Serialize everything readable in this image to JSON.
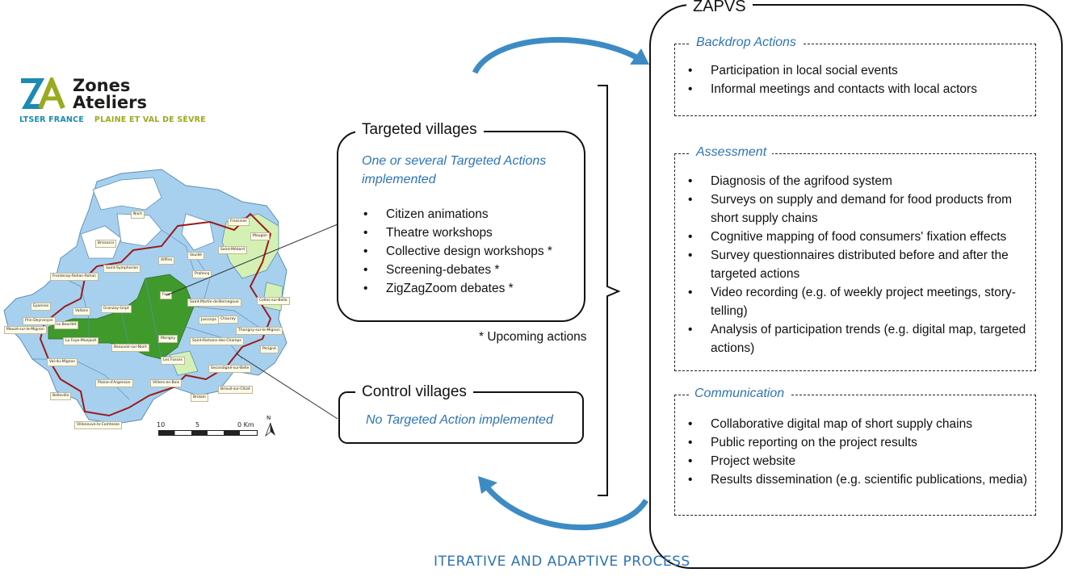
{
  "logo": {
    "title_line1": "Zones",
    "title_line2": "Ateliers",
    "sub_left": "LTSER FRANCE",
    "sub_right": "PLAINE ET VAL DE SÈVRE"
  },
  "map": {
    "labels": [
      {
        "text": "Niort"
      },
      {
        "text": "Brissocoi"
      },
      {
        "text": "Saint-Symphorien"
      },
      {
        "text": "Frontenay-Rohan-Rohan"
      },
      {
        "text": "Epannes"
      },
      {
        "text": "Vallans"
      },
      {
        "text": "Granzay-Gript"
      },
      {
        "text": "Le Bourdet"
      },
      {
        "text": "Prin-Deyrançon"
      },
      {
        "text": "Mauzé-sur-le-Mignon"
      },
      {
        "text": "La Foye-Monjault"
      },
      {
        "text": "Beauvoir-sur-Niort"
      },
      {
        "text": "Val-du-Mignon"
      },
      {
        "text": "Plaine-d'Argenson"
      },
      {
        "text": "Belleville"
      },
      {
        "text": "Villiers-en-Bois"
      },
      {
        "text": "Brûlain"
      },
      {
        "text": "Prahecq"
      },
      {
        "text": "Aiffres"
      },
      {
        "text": "Vouillé"
      },
      {
        "text": "Fors"
      },
      {
        "text": "Saint-Martin-de-Bernegoue"
      },
      {
        "text": "Juscorps"
      },
      {
        "text": "Marigny"
      },
      {
        "text": "Saint-Romans-des-Champs"
      },
      {
        "text": "Les Fosses"
      },
      {
        "text": "Thorigny-sur-le-Mignon"
      },
      {
        "text": "Secondigné-sur-Belle"
      },
      {
        "text": "Brieuil-sur-Chizé"
      },
      {
        "text": "Villeneuve-la-Comtesse"
      },
      {
        "text": "Fressines"
      },
      {
        "text": "Mougon"
      },
      {
        "text": "Celles-sur-Belle"
      },
      {
        "text": "Saint-Médard"
      },
      {
        "text": "Perigné"
      },
      {
        "text": "Chauray"
      }
    ],
    "scale": {
      "t1": "10",
      "t2": "5",
      "t3": "0 Km"
    },
    "north": "N"
  },
  "targeted": {
    "title": "Targeted villages",
    "subtitle": "One or several Targeted Actions implemented",
    "items": [
      "Citizen animations",
      "Theatre workshops",
      "Collective design workshops *",
      "Screening-debates *",
      "ZigZagZoom debates *"
    ]
  },
  "upcoming": "* Upcoming actions",
  "control": {
    "title": "Control villages",
    "subtitle": "No Targeted Action implemented"
  },
  "zapvs": {
    "title": "ZAPVS",
    "backdrop": {
      "title": "Backdrop Actions",
      "items": [
        "Participation in local social events",
        "Informal meetings and contacts with local actors"
      ]
    },
    "assessment": {
      "title": "Assessment",
      "items": [
        "Diagnosis of the agrifood system",
        "Surveys on supply and demand for food products from short supply chains",
        "Cognitive mapping of food consumers' fixation effects",
        "Survey questionnaires distributed before and after the targeted actions",
        "Video recording (e.g. of weekly project meetings, story-telling)",
        "Analysis of participation trends (e.g. digital map, targeted actions)"
      ]
    },
    "communication": {
      "title": "Communication",
      "items": [
        "Collaborative digital map of short supply chains",
        "Public reporting on the project results",
        "Project website",
        "Results dissemination (e.g. scientific publications, media)"
      ]
    }
  },
  "footer": "ITERATIVE AND ADAPTIVE PROCESS",
  "colors": {
    "accent_blue": "#2e74b5",
    "arrow_blue": "#3d8bc4",
    "map_blue": "#a7d0ef",
    "map_green": "#3f9a2b",
    "map_lightgreen": "#d4f0b4",
    "map_boundary": "#9b1b1b"
  }
}
